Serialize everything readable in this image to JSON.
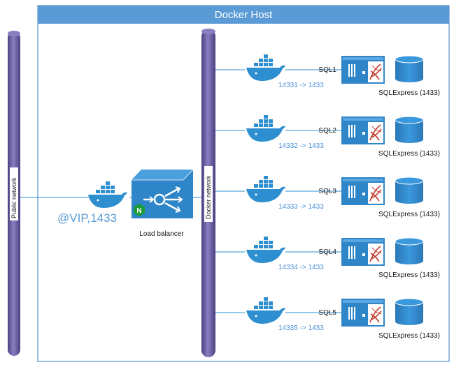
{
  "host": {
    "title": "Docker Host"
  },
  "networks": {
    "public": "Public network",
    "docker": "Docker network"
  },
  "load_balancer": {
    "label": "Load balancer",
    "vip": "@VIP,1433",
    "badge": "N"
  },
  "nodes": [
    {
      "name": "SQL1",
      "port_map": "14331 -> 1433",
      "db": "SQLExpress (1433)"
    },
    {
      "name": "SQL2",
      "port_map": "14332 -> 1433",
      "db": "SQLExpress (1433)"
    },
    {
      "name": "SQL3",
      "port_map": "14333 -> 1433",
      "db": "SQLExpress (1433)"
    },
    {
      "name": "SQL4",
      "port_map": "14334 -> 1433",
      "db": "SQLExpress (1433)"
    },
    {
      "name": "SQL5",
      "port_map": "14335 -> 1433",
      "db": "SQLExpress (1433)"
    }
  ],
  "colors": {
    "host_bar": "#5b9bd5",
    "host_border": "#7aa7d6",
    "pipe": "#6a5fa0",
    "whale": "#2d8fd0",
    "server": "#2e86c8",
    "db": "#2e86c8",
    "nginx": "#1a9c3a"
  },
  "icons": [
    "docker-whale-icon",
    "load-balancer-icon",
    "nginx-icon",
    "sql-server-icon",
    "database-icon"
  ]
}
